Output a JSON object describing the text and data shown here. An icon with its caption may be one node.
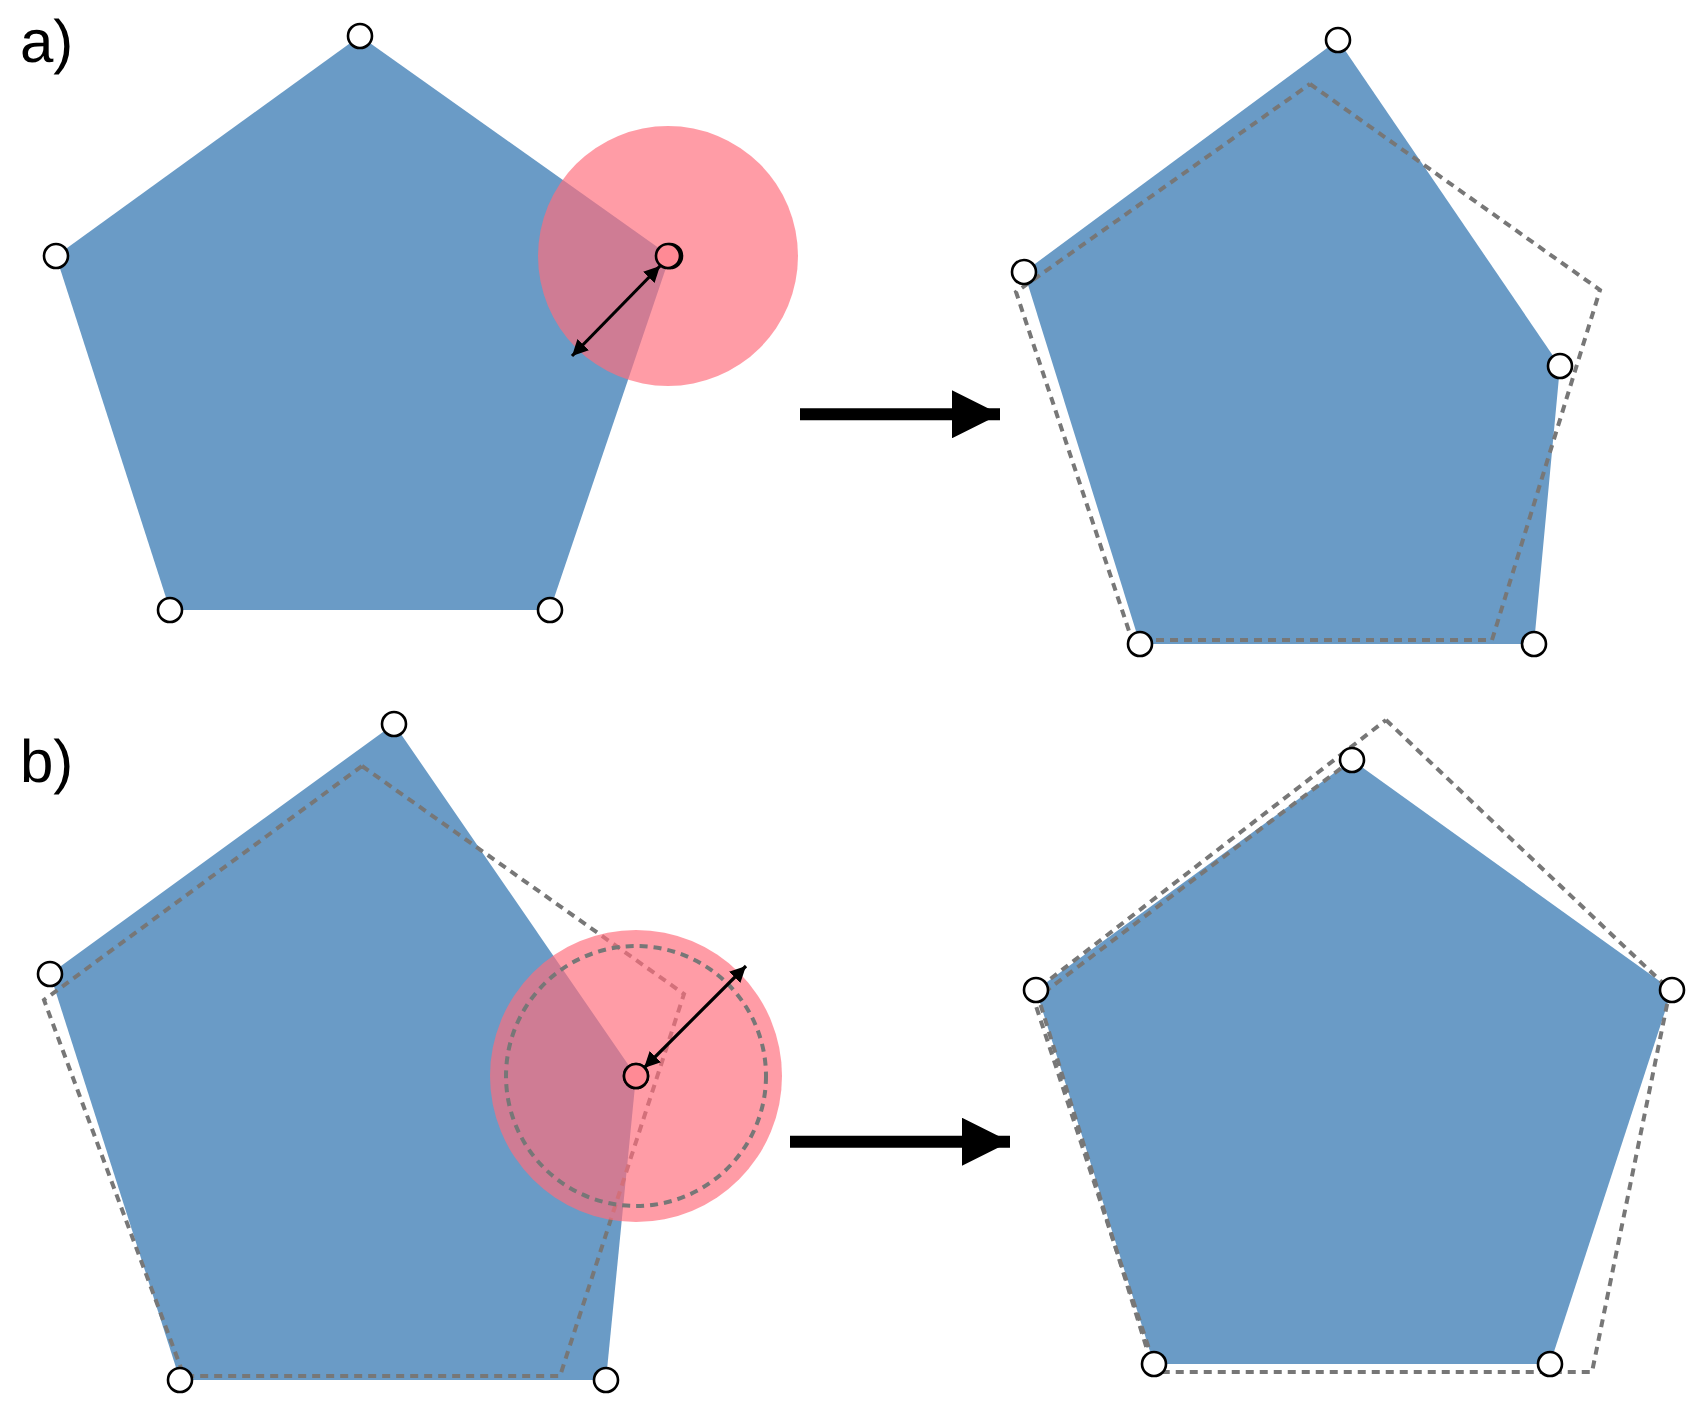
{
  "diagram": {
    "nodes": [
      {
        "text": [],
        "shape": "picture"
      },
      {
        "text": [],
        "shape": "picture"
      },
      {
        "text": [],
        "shape": "picture"
      },
      {
        "text": [],
        "shape": "picture"
      }
    ],
    "edges": [
      {
        "from": 0,
        "to": 1,
        "arrow": "to"
      },
      {
        "from": 2,
        "to": 3,
        "arrow": "to"
      }
    ],
    "labels": [
      "a)",
      "b)"
    ]
  }
}
